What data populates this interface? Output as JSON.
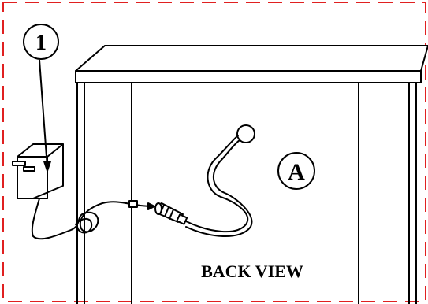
{
  "diagram": {
    "callouts": [
      {
        "id": "adapter",
        "label": "1"
      },
      {
        "id": "fixture",
        "label": "A"
      }
    ],
    "caption": "BACK VIEW",
    "colors": {
      "border_dash": "#e02020",
      "line": "#000000",
      "background": "#ffffff"
    },
    "icons": [
      "power-adapter-icon",
      "gooseneck-lamp-icon",
      "cabinet-icon",
      "power-cord-icon",
      "connector-plug-icon"
    ]
  }
}
